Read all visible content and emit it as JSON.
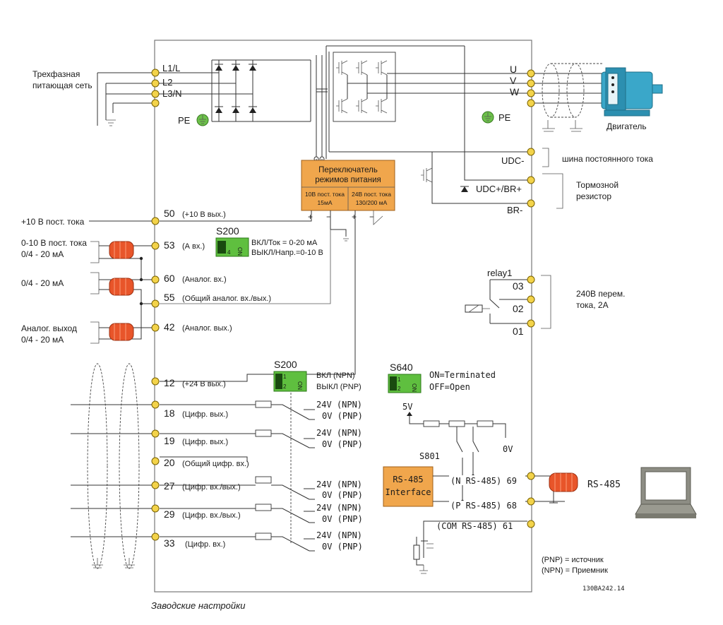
{
  "power_in": {
    "label_line1": "Трехфазная",
    "label_line2": "питающая сеть",
    "phases": [
      "L1/L",
      "L2",
      "L3/N"
    ],
    "pe": "PE"
  },
  "outputs": {
    "u": "U",
    "v": "V",
    "w": "W",
    "pe": "PE",
    "motor": "Двигатель"
  },
  "dc": {
    "udc_minus": "UDC-",
    "udc_plus": "UDC+/BR+",
    "br_minus": "BR-",
    "bus_label": "шина постоянного тока",
    "brake_line1": "Тормозной",
    "brake_line2": "резистор"
  },
  "psu_switch": {
    "title_line1": "Переключатель",
    "title_line2": "режимов питания",
    "left_line1": "10В пост. тока",
    "left_line2": "15мА",
    "right_line1": "24В пост. тока",
    "right_line2": "130/200 мА",
    "plus": "+",
    "minus": "−"
  },
  "ext_labels": {
    "plus10": "+10 В пост. тока",
    "ain53_line1": "0-10 В пост. тока",
    "ain53_line2": "0/4 - 20 мА",
    "ain60": "0/4 - 20 мА",
    "aout_line1": "Аналог. выход",
    "aout_line2": "0/4 - 20 мА"
  },
  "terminals": {
    "t50": {
      "num": "50",
      "desc": "(+10 В вых.)"
    },
    "t53": {
      "num": "53",
      "desc": "(А вх.)"
    },
    "t60": {
      "num": "60",
      "desc": "(Аналог. вх.)"
    },
    "t55": {
      "num": "55",
      "desc": "(Общий аналог. вх./вых.)"
    },
    "t42": {
      "num": "42",
      "desc": "(Аналог. вых.)"
    },
    "t12": {
      "num": "12",
      "desc": "(+24 В вых.)"
    },
    "t18": {
      "num": "18",
      "desc": "(Цифр. вых.)"
    },
    "t19": {
      "num": "19",
      "desc": "(Цифр. вых.)"
    },
    "t20": {
      "num": "20",
      "desc": "(Общий цифр. вх.)"
    },
    "t27": {
      "num": "27",
      "desc": "(Цифр. вх./вых.)"
    },
    "t29": {
      "num": "29",
      "desc": "(Цифр. вх./вых.)"
    },
    "t33": {
      "num": "33",
      "desc": "(Цифр. вх.)"
    }
  },
  "s200_top": {
    "name": "S200",
    "num": "4",
    "on": "ON",
    "line1": "ВКЛ/Ток = 0-20 мА",
    "line2": "ВЫКЛ/Напр.=0-10 В"
  },
  "s200_bottom": {
    "name": "S200",
    "num1": "1",
    "num2": "2",
    "on": "ON",
    "line1": "ВКЛ (NPN)",
    "line2": "ВЫКЛ (PNP)"
  },
  "s640": {
    "name": "S640",
    "num1": "1",
    "num2": "2",
    "on": "ON",
    "line1": "ON=Terminated",
    "line2": "OFF=Open"
  },
  "npn_pnp": {
    "npn": "24V (NPN)",
    "pnp": "0V (PNP)"
  },
  "relay": {
    "name": "relay1",
    "c03": "03",
    "c02": "02",
    "c01": "01",
    "rating_line1": "240В перем.",
    "rating_line2": "тока, 2А"
  },
  "rs485": {
    "v5": "5V",
    "v0": "0V",
    "s801": "S801",
    "iface_line1": "RS-485",
    "iface_line2": "Interface",
    "t69": "(N RS-485) 69",
    "t68": "(P RS-485) 68",
    "t61": "(COM RS-485) 61",
    "ext": "RS-485"
  },
  "legend": {
    "pnp": "(PNP) = источник",
    "npn": "(NPN) = Приемник"
  },
  "code": "130BA242.14",
  "caption": "Заводские настройки",
  "colors": {
    "terminal": "#f3d34a",
    "switch": "#5fbf3f",
    "psu_box": "#f0a64c",
    "ferrite": "#e8552a",
    "pe": "#6cc04a",
    "motor": "#3aa7c9"
  }
}
